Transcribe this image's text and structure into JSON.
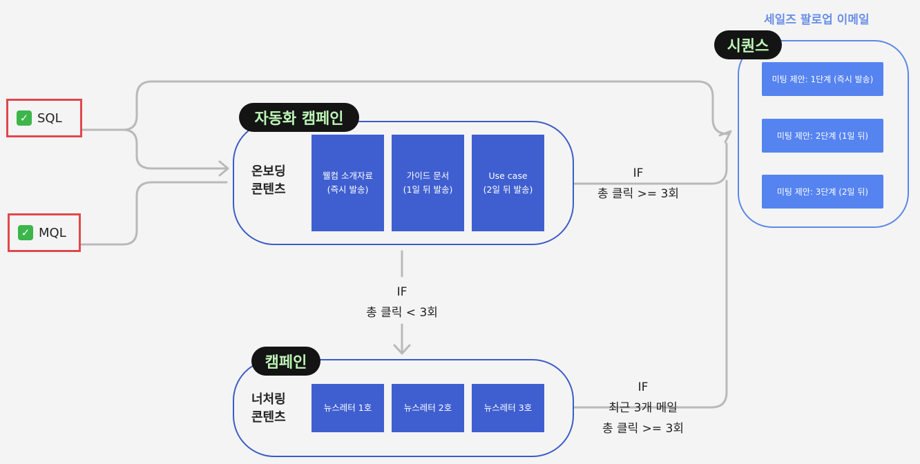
{
  "sources": {
    "sql": {
      "label": "SQL",
      "check": "✓"
    },
    "mql": {
      "label": "MQL",
      "check": "✓"
    }
  },
  "automation": {
    "pill": "자동화 캠페인",
    "label_line1": "온보딩",
    "label_line2": "콘텐츠",
    "cards": [
      {
        "line1": "웰컴 소개자료",
        "line2": "(즉시 발송)"
      },
      {
        "line1": "가이드 문서",
        "line2": "(1일 뒤 발송)"
      },
      {
        "line1": "Use case",
        "line2": "(2일 뒤 발송)"
      }
    ]
  },
  "nurture": {
    "pill": "캠페인",
    "label_line1": "너처링",
    "label_line2": "콘텐츠",
    "cards": [
      {
        "line1": "뉴스레터 1호"
      },
      {
        "line1": "뉴스레터 2호"
      },
      {
        "line1": "뉴스레터 3호"
      }
    ]
  },
  "sequence": {
    "title": "세일즈 팔로업 이메일",
    "pill": "시퀀스",
    "cards": [
      {
        "label": "미팅 제안: 1단계 (즉시 발송)"
      },
      {
        "label": "미팅 제안: 2단계 (1일 뒤)"
      },
      {
        "label": "미팅 제안: 3단계 (2일 뒤)"
      }
    ]
  },
  "conditions": {
    "to_sequence": {
      "line1": "IF",
      "line2": "총 클릭 >= 3회"
    },
    "to_nurture": {
      "line1": "IF",
      "line2": "총 클릭 < 3회"
    },
    "nurture_to_sequence": {
      "line1": "IF",
      "line2": "최근 3개 메일",
      "line3": "총 클릭 >= 3회"
    }
  },
  "colors": {
    "source_border": "#e0474c",
    "group_border": "#3a5bc7",
    "sequence_border": "#5b86e8",
    "card": "#3f5fd0",
    "sequence_card": "#5583f0",
    "pill_bg": "#141414",
    "pill_text": "#bdf5b6",
    "connector": "#b9b9b9"
  }
}
